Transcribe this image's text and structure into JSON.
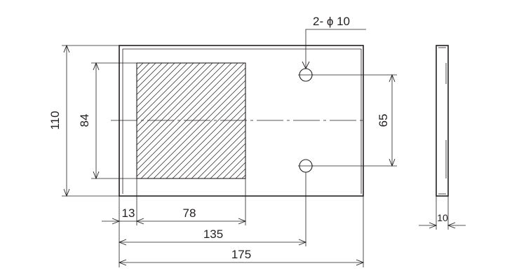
{
  "diagram": {
    "hole_callout": "2- ϕ 10",
    "dimensions": {
      "height_overall": "110",
      "height_hatch": "84",
      "hole_spacing": "65",
      "offset_left": "13",
      "hatch_width": "78",
      "hole_position": "135",
      "width_overall": "175",
      "thickness": "10"
    },
    "colors": {
      "line": "#231f20",
      "background": "#ffffff"
    }
  }
}
